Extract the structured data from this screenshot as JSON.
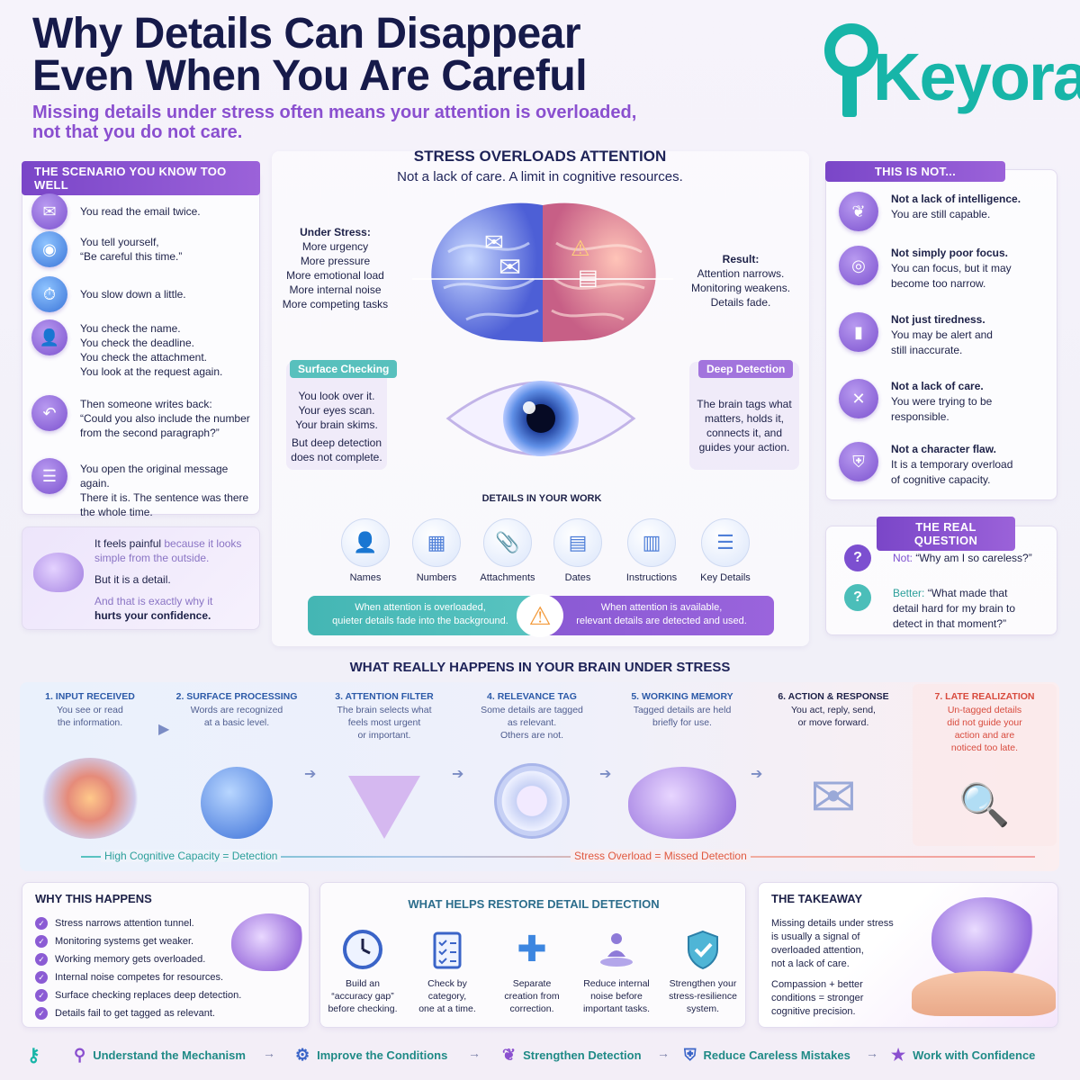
{
  "header": {
    "title_line1": "Why Details Can Disappear",
    "title_line2": "Even When You Are Careful",
    "subtitle_line1": "Missing details under stress often means your attention is overloaded,",
    "subtitle_line2": "not that you do not care.",
    "logo_text": "Keyora",
    "brand_color": "#17b5a8",
    "accent_color": "#8a4fcf"
  },
  "scenario": {
    "tab": "THE SCENARIO YOU KNOW TOO WELL",
    "items": [
      {
        "icon": "email-icon",
        "lines": [
          "You read the email twice."
        ]
      },
      {
        "icon": "eye-icon",
        "lines": [
          "You tell yourself,",
          "“Be careful this time.”"
        ]
      },
      {
        "icon": "stopwatch-icon",
        "lines": [
          "You slow down a little."
        ]
      },
      {
        "icon": "person-icon",
        "lines": [
          "You check the name.",
          "You check the deadline.",
          "You check the attachment.",
          "You look at the request again."
        ]
      },
      {
        "icon": "reply-icon",
        "lines": [
          "Then someone writes back:",
          "“Could you also include the number",
          "from the second paragraph?”"
        ]
      },
      {
        "icon": "document-icon",
        "lines": [
          "You open the original message again.",
          "There it is. The sentence was there",
          "the whole time."
        ]
      }
    ],
    "pain": {
      "line1a": "It feels painful",
      "line1b": " because it looks",
      "line2": "simple from the outside.",
      "line3": "But it is a detail.",
      "line4": "And that is exactly why it",
      "line5": "hurts your confidence."
    }
  },
  "center": {
    "heading": "STRESS OVERLOADS ATTENTION",
    "subheading": "Not a lack of care. A limit in cognitive resources.",
    "under_stress": {
      "title": "Under Stress:",
      "lines": [
        "More urgency",
        "More pressure",
        "More emotional load",
        "More internal noise",
        "More competing tasks"
      ]
    },
    "result": {
      "title": "Result:",
      "lines": [
        "Attention narrows.",
        "Monitoring weakens.",
        "Details fade."
      ]
    },
    "surface": {
      "tab": "Surface Checking",
      "lines": [
        "You look over it.",
        "Your eyes scan.",
        "Your brain skims."
      ],
      "lines2": [
        "But deep detection",
        "does not complete."
      ]
    },
    "deep": {
      "tab": "Deep Detection",
      "lines": [
        "The brain tags what",
        "matters, holds it,",
        "connects it, and",
        "guides your action."
      ]
    },
    "details_title": "DETAILS IN YOUR WORK",
    "details": [
      {
        "icon": "person-icon",
        "label": "Names"
      },
      {
        "icon": "numbers-icon",
        "label": "Numbers"
      },
      {
        "icon": "paperclip-icon",
        "label": "Attachments"
      },
      {
        "icon": "calendar-icon",
        "label": "Dates"
      },
      {
        "icon": "clipboard-icon",
        "label": "Instructions"
      },
      {
        "icon": "list-icon",
        "label": "Key Details"
      }
    ],
    "bar_left": [
      "When attention is overloaded,",
      "quieter details fade into the background."
    ],
    "bar_right": [
      "When attention is available,",
      "relevant details are detected and used."
    ]
  },
  "not_panel": {
    "tab": "THIS IS NOT...",
    "items": [
      {
        "icon": "brain-icon",
        "bold": "Not a lack of intelligence.",
        "lines": [
          "You are still capable."
        ]
      },
      {
        "icon": "target-icon",
        "bold": "Not simply poor focus.",
        "lines": [
          "You can focus, but it may",
          "become too narrow."
        ]
      },
      {
        "icon": "battery-icon",
        "bold": "Not just tiredness.",
        "lines": [
          "You may be alert and",
          "still inaccurate."
        ]
      },
      {
        "icon": "person-x-icon",
        "bold": "Not a lack of care.",
        "lines": [
          "You were trying to be",
          "responsible."
        ]
      },
      {
        "icon": "shield-icon",
        "bold": "Not a character flaw.",
        "lines": [
          "It is a temporary overload",
          "of cognitive capacity."
        ]
      }
    ]
  },
  "real_question": {
    "tab": "THE REAL QUESTION",
    "not_label": "Not:",
    "not_text": "“Why am I so careless?”",
    "better_label": "Better:",
    "better_lines": [
      "“What made that",
      "detail hard for my brain to",
      "detect in that moment?”"
    ]
  },
  "process": {
    "title": "WHAT REALLY HAPPENS IN YOUR BRAIN UNDER STRESS",
    "steps": [
      {
        "title": "1. INPUT RECEIVED",
        "lines": [
          "You see or read",
          "the information."
        ]
      },
      {
        "title": "2. SURFACE PROCESSING",
        "lines": [
          "Words are recognized",
          "at a basic level."
        ]
      },
      {
        "title": "3. ATTENTION FILTER",
        "lines": [
          "The brain selects what",
          "feels most urgent",
          "or important."
        ]
      },
      {
        "title": "4. RELEVANCE TAG",
        "lines": [
          "Some details are tagged",
          "as relevant.",
          "Others are not."
        ]
      },
      {
        "title": "5. WORKING MEMORY",
        "lines": [
          "Tagged details are held",
          "briefly for use."
        ]
      },
      {
        "title": "6. ACTION & RESPONSE",
        "lines": [
          "You act, reply, send,",
          "or move forward."
        ]
      },
      {
        "title": "7. LATE REALIZATION",
        "lines": [
          "Un-tagged details",
          "did not guide your",
          "action and are",
          "noticed too late."
        ]
      }
    ],
    "scale_left": "High Cognitive Capacity = Detection",
    "scale_right": "Stress Overload = Missed Detection"
  },
  "why": {
    "title": "WHY THIS HAPPENS",
    "items": [
      "Stress narrows attention tunnel.",
      "Monitoring systems get weaker.",
      "Working memory gets overloaded.",
      "Internal noise competes for resources.",
      "Surface checking replaces deep detection.",
      "Details fail to get tagged as relevant."
    ]
  },
  "helps": {
    "title": "WHAT HELPS RESTORE DETAIL DETECTION",
    "items": [
      {
        "icon": "clock-icon",
        "lines": [
          "Build an",
          "“accuracy gap”",
          "before checking."
        ]
      },
      {
        "icon": "checklist-icon",
        "lines": [
          "Check by",
          "category,",
          "one at a time."
        ]
      },
      {
        "icon": "puzzle-icon",
        "lines": [
          "Separate",
          "creation from",
          "correction."
        ]
      },
      {
        "icon": "meditation-icon",
        "lines": [
          "Reduce internal",
          "noise before",
          "important tasks."
        ]
      },
      {
        "icon": "shield-check-icon",
        "lines": [
          "Strengthen your",
          "stress-resilience",
          "system."
        ]
      }
    ]
  },
  "takeaway": {
    "title": "THE TAKEAWAY",
    "lines1": [
      "Missing details under stress",
      "is usually a signal of",
      "overloaded attention,",
      "not a lack of care."
    ],
    "lines2": [
      "Compassion + better",
      "conditions = stronger",
      "cognitive precision."
    ]
  },
  "footer": [
    {
      "icon": "magnifier-icon",
      "label": "Understand the Mechanism"
    },
    {
      "icon": "gear-icon",
      "label": "Improve the Conditions"
    },
    {
      "icon": "brain-icon",
      "label": "Strengthen Detection"
    },
    {
      "icon": "shield-icon",
      "label": "Reduce Careless Mistakes"
    },
    {
      "icon": "star-icon",
      "label": "Work with Confidence"
    }
  ]
}
